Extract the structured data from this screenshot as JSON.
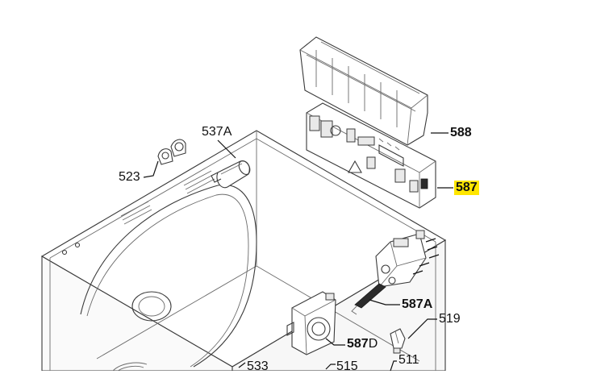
{
  "diagram": {
    "callouts": {
      "c588": "588",
      "c587": "587",
      "c537A": "537A",
      "c523": "523",
      "c587A": "587A",
      "c519": "519",
      "c587D_num": "587",
      "c587D_suffix": "D",
      "c533": "533",
      "c515": "515",
      "c511": "511"
    },
    "highlighted_callout": "587",
    "highlight_color": "#ffe600",
    "parts_icons": [
      "cover-588",
      "control-board-587",
      "capacitor-537A",
      "knob-523",
      "switch-587A",
      "lamp-519",
      "module-587D",
      "cabinet"
    ]
  }
}
